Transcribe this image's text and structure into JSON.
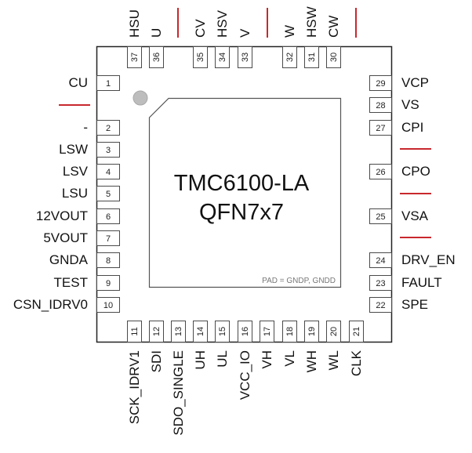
{
  "chip": {
    "part_name": "TMC6100-LA",
    "package": "QFN7x7",
    "pad_note": "PAD = GNDP, GNDD",
    "colors": {
      "outline": "#222222",
      "separator": "#c8282d",
      "pin1_marker": "#bdbdbd"
    }
  },
  "pins": {
    "left": [
      {
        "num": "1",
        "name": "CU"
      },
      {
        "num": "2",
        "name": "-"
      },
      {
        "num": "3",
        "name": "LSW"
      },
      {
        "num": "4",
        "name": "LSV"
      },
      {
        "num": "5",
        "name": "LSU"
      },
      {
        "num": "6",
        "name": "12VOUT"
      },
      {
        "num": "7",
        "name": "5VOUT"
      },
      {
        "num": "8",
        "name": "GNDA"
      },
      {
        "num": "9",
        "name": "TEST"
      },
      {
        "num": "10",
        "name": "CSN_IDRV0"
      }
    ],
    "bottom": [
      {
        "num": "11",
        "name": "SCK_IDRV1"
      },
      {
        "num": "12",
        "name": "SDI"
      },
      {
        "num": "13",
        "name": "SDO_SINGLE"
      },
      {
        "num": "14",
        "name": "UH"
      },
      {
        "num": "15",
        "name": "UL"
      },
      {
        "num": "16",
        "name": "VCC_IO"
      },
      {
        "num": "17",
        "name": "VH"
      },
      {
        "num": "18",
        "name": "VL"
      },
      {
        "num": "19",
        "name": "WH"
      },
      {
        "num": "20",
        "name": "WL"
      },
      {
        "num": "21",
        "name": "CLK"
      }
    ],
    "right": [
      {
        "num": "22",
        "name": "SPE"
      },
      {
        "num": "23",
        "name": "FAULT"
      },
      {
        "num": "24",
        "name": "DRV_EN"
      },
      {
        "num": "25",
        "name": "VSA"
      },
      {
        "num": "26",
        "name": "CPO"
      },
      {
        "num": "27",
        "name": "CPI"
      },
      {
        "num": "28",
        "name": "VS"
      },
      {
        "num": "29",
        "name": "VCP"
      }
    ],
    "top": [
      {
        "num": "30",
        "name": "CW"
      },
      {
        "num": "31",
        "name": "HSW"
      },
      {
        "num": "32",
        "name": "W"
      },
      {
        "num": "33",
        "name": "V"
      },
      {
        "num": "34",
        "name": "HSV"
      },
      {
        "num": "35",
        "name": "CV"
      },
      {
        "num": "36",
        "name": "U"
      },
      {
        "num": "37",
        "name": "HSU"
      }
    ]
  }
}
